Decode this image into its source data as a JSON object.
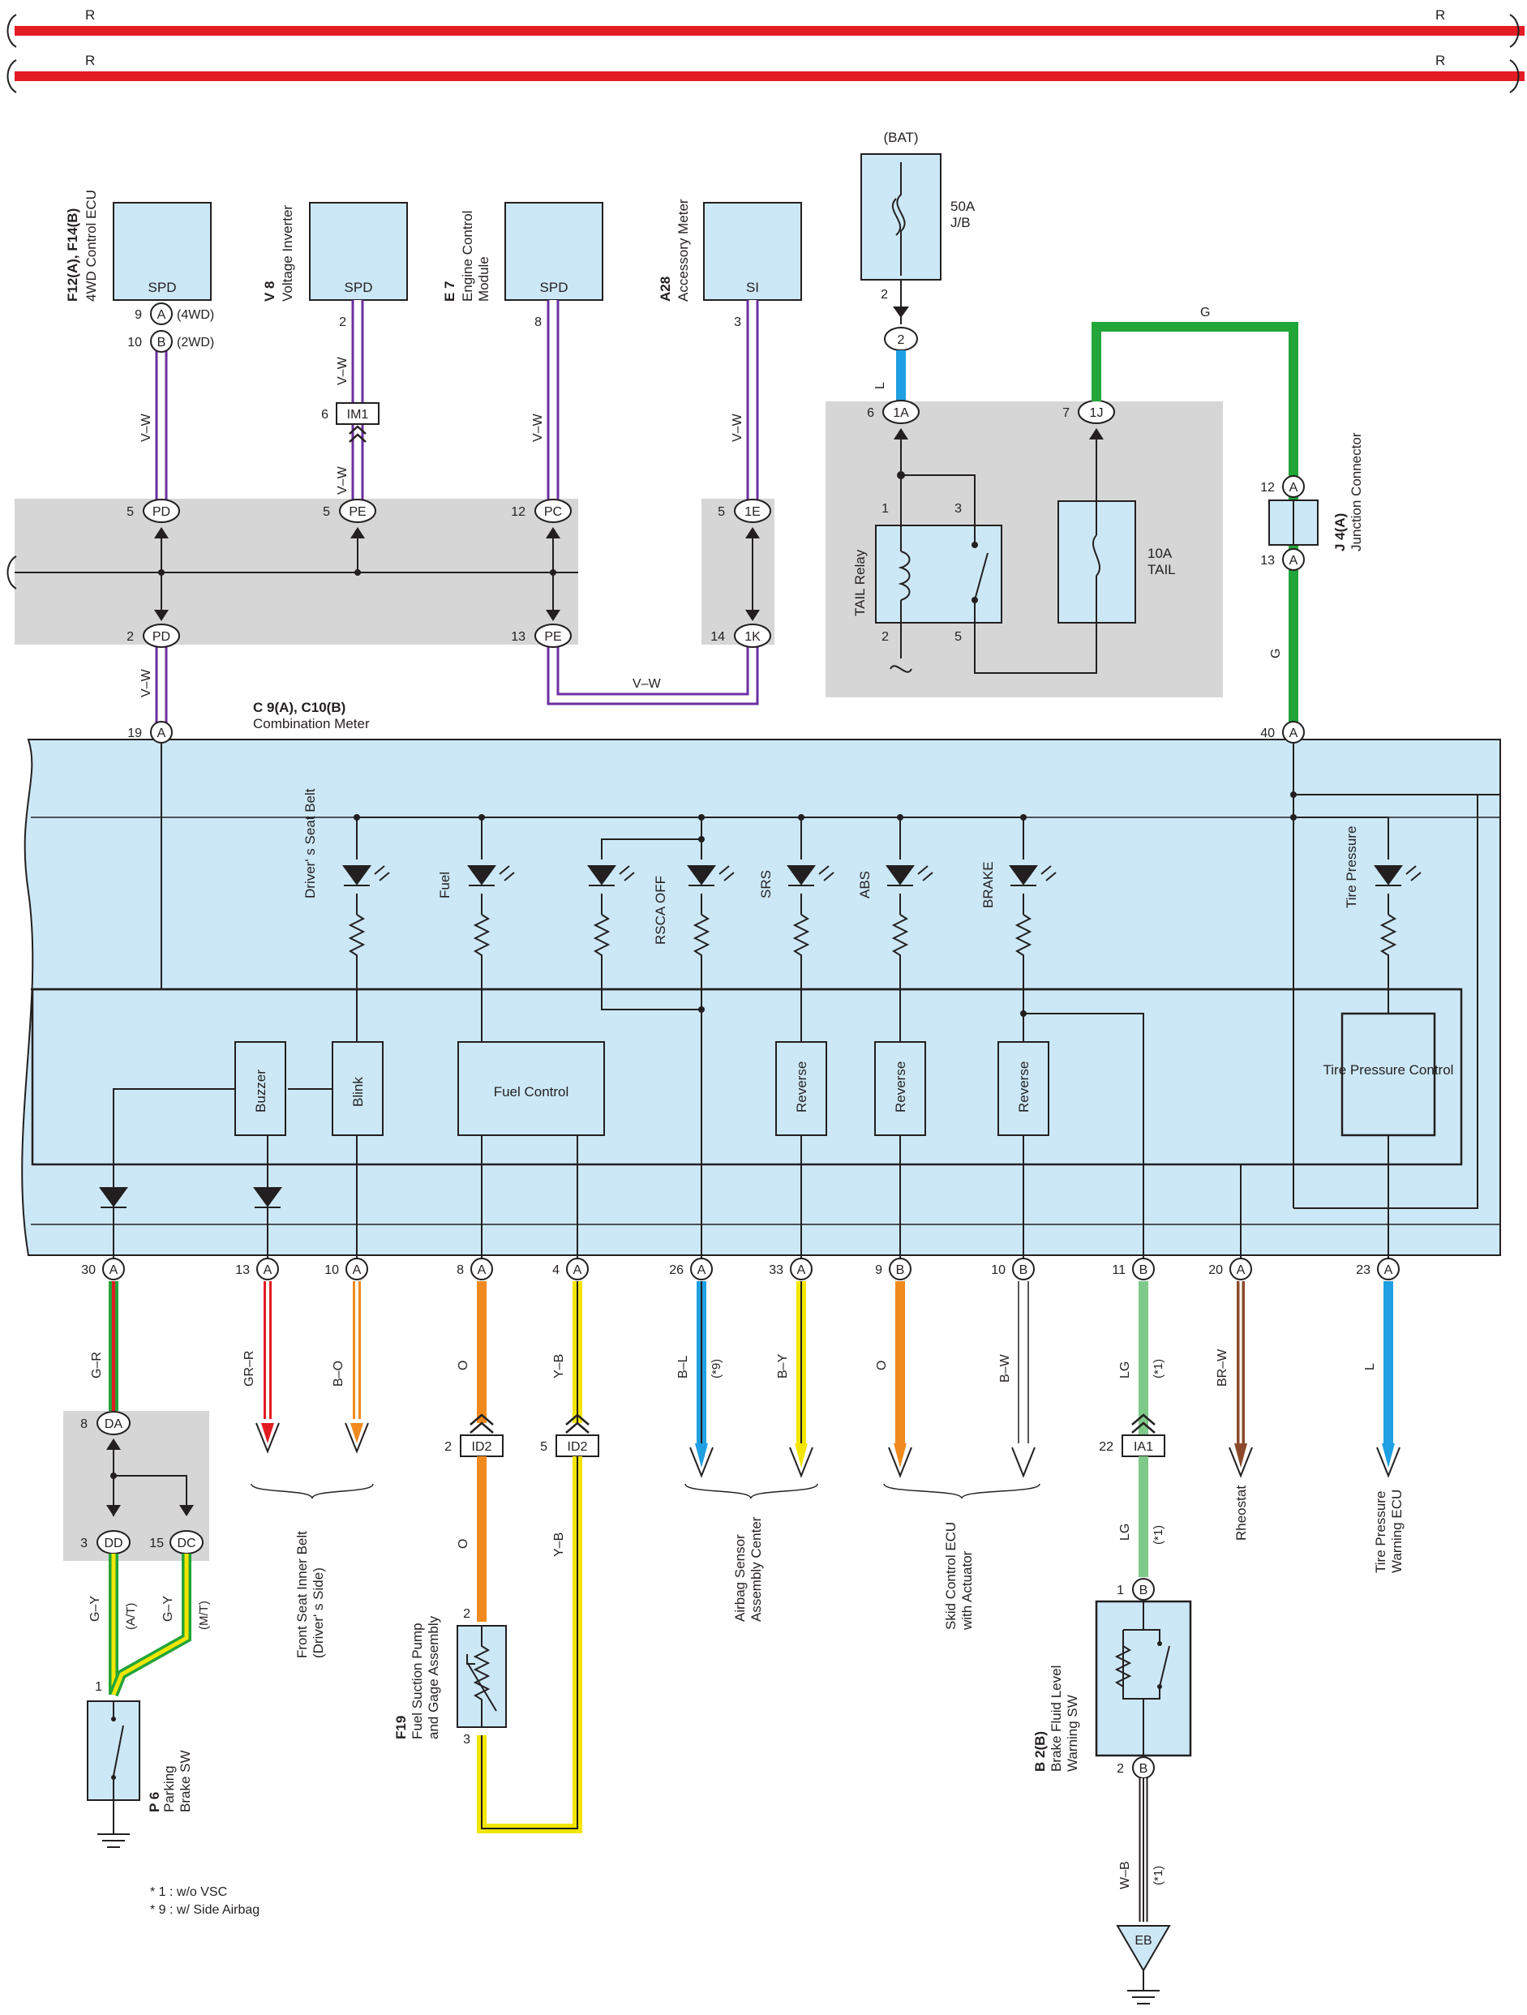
{
  "colors": {
    "red": "#e31b23",
    "violet": "#6b2fa0",
    "green": "#22a539",
    "lightgreen": "#7fc98a",
    "blue": "#1ea0e2",
    "orange": "#f08a1e",
    "yellow": "#f2e600",
    "brown": "#8b4a2b",
    "meter": "#cce8f6",
    "gray": "#d6d6d6"
  },
  "power_lines": {
    "top_left": "R",
    "top_right": "R",
    "bottom_left": "R",
    "bottom_right": "R"
  },
  "ecu_4wd": {
    "id": "F12(A), F14(B)",
    "name": "4WD Control ECU",
    "terminal": "SPD",
    "pin_a": "9",
    "pin_a_conn": "A",
    "pin_a_note": "(4WD)",
    "pin_b": "10",
    "pin_b_conn": "B",
    "pin_b_note": "(2WD)",
    "wire": "V–W"
  },
  "inverter": {
    "id": "V 8",
    "name": "Voltage Inverter",
    "terminal": "SPD",
    "pin": "2",
    "wire": "V–W",
    "joint": "IM1",
    "joint_pin": "6",
    "wire2": "V–W"
  },
  "ecm": {
    "id": "E 7",
    "name1": "Engine Control",
    "name2": "Module",
    "terminal": "SPD",
    "pin": "8",
    "wire": "V–W"
  },
  "acc_meter": {
    "id": "A28",
    "name": "Accessory Meter",
    "terminal": "SI",
    "pin": "3",
    "wire": "V–W"
  },
  "junction": {
    "pd_top": "PD",
    "pd_top_pin": "5",
    "pe_top": "PE",
    "pe_top_pin": "5",
    "pc": "PC",
    "pc_pin": "12",
    "e1": "1E",
    "e1_pin": "5",
    "pd_bot": "PD",
    "pd_bot_pin": "2",
    "pe_bot": "PE",
    "pe_bot_pin": "13",
    "k1": "1K",
    "k1_pin": "14",
    "wire_pd": "V–W",
    "wire_pe": "V–W"
  },
  "bat": {
    "label": "(BAT)",
    "fuse": "50A",
    "fuse_loc": "J/B",
    "pin": "2",
    "joint": "2",
    "wire": "L"
  },
  "relay": {
    "name": "TAIL Relay",
    "pin_1a": "6",
    "conn_1a": "1A",
    "pin_1j": "7",
    "conn_1j": "1J",
    "p1": "1",
    "p3": "3",
    "p2": "2",
    "p5": "5",
    "fuse": "10A",
    "fuse_name": "TAIL"
  },
  "junction_connector": {
    "id": "J 4(A)",
    "name": "Junction Connector",
    "pin_top": "12",
    "conn_top": "A",
    "pin_bot": "13",
    "conn_bot": "A",
    "wire_top": "G",
    "wire_bot": "G"
  },
  "meter": {
    "id": "C 9(A), C10(B)",
    "name": "Combination Meter",
    "pin_19": "19",
    "conn_19": "A",
    "pin_40": "40",
    "conn_40": "A",
    "lamps": [
      "Driver' s Seat Belt",
      "Fuel",
      "RSCA OFF",
      "SRS",
      "ABS",
      "BRAKE",
      "Tire Pressure"
    ],
    "modules": {
      "buzzer": "Buzzer",
      "blink": "Blink",
      "fuel": "Fuel Control",
      "rev1": "Reverse",
      "rev2": "Reverse",
      "rev3": "Reverse",
      "tire": "Tire Pressure Control"
    }
  },
  "bottom_pins": [
    {
      "pin": "30",
      "conn": "A",
      "wire": "G–R"
    },
    {
      "pin": "13",
      "conn": "A",
      "wire": "GR–R"
    },
    {
      "pin": "10",
      "conn": "A",
      "wire": "B–O"
    },
    {
      "pin": "8",
      "conn": "A",
      "wire": "O"
    },
    {
      "pin": "4",
      "conn": "A",
      "wire": "Y–B"
    },
    {
      "pin": "26",
      "conn": "A",
      "wire": "B–L",
      "note": "(*9)"
    },
    {
      "pin": "33",
      "conn": "A",
      "wire": "B–Y"
    },
    {
      "pin": "9",
      "conn": "B",
      "wire": "O"
    },
    {
      "pin": "10",
      "conn": "B",
      "wire": "B–W"
    },
    {
      "pin": "11",
      "conn": "B",
      "wire": "LG",
      "note": "(*1)"
    },
    {
      "pin": "20",
      "conn": "A",
      "wire": "BR–W"
    },
    {
      "pin": "23",
      "conn": "A",
      "wire": "L"
    }
  ],
  "parking": {
    "da": "DA",
    "da_pin": "8",
    "dd": "DD",
    "dd_pin": "3",
    "dc": "DC",
    "dc_pin": "15",
    "wire_l": "G–Y",
    "note_l": "(A/T)",
    "wire_r": "G–Y",
    "note_r": "(M/T)",
    "pin": "1",
    "id": "P 6",
    "name1": "Parking",
    "name2": "Brake SW"
  },
  "fuel_pump": {
    "id2_a_pin": "2",
    "id2_a": "ID2",
    "id2_b_pin": "5",
    "id2_b": "ID2",
    "wire_o": "O",
    "wire_yb": "Y–B",
    "pin2": "2",
    "pin3": "3",
    "id": "F19",
    "name1": "Fuel Suction Pump",
    "name2": "and Gage Assembly"
  },
  "destinations": {
    "belt1": "Front Seat Inner Belt",
    "belt2": "(Driver' s Side)",
    "airbag1": "Airbag Sensor",
    "airbag2": "Assembly Center",
    "skid1": "Skid Control ECU",
    "skid2": "with Actuator",
    "rheostat": "Rheostat",
    "tpw1": "Tire Pressure",
    "tpw2": "Warning ECU"
  },
  "brake_fluid": {
    "ia1_pin": "22",
    "ia1": "IA1",
    "wire_lg": "LG",
    "note": "(*1)",
    "pin1": "1",
    "conn1": "B",
    "pin2": "2",
    "conn2": "B",
    "id": "B 2(B)",
    "name1": "Brake Fluid Level",
    "name2": "Warning SW",
    "wire_wb": "W–B",
    "note2": "(*1)",
    "ground": "EB"
  },
  "footnotes": [
    "* 1 : w/o VSC",
    "* 9 : w/ Side Airbag"
  ]
}
